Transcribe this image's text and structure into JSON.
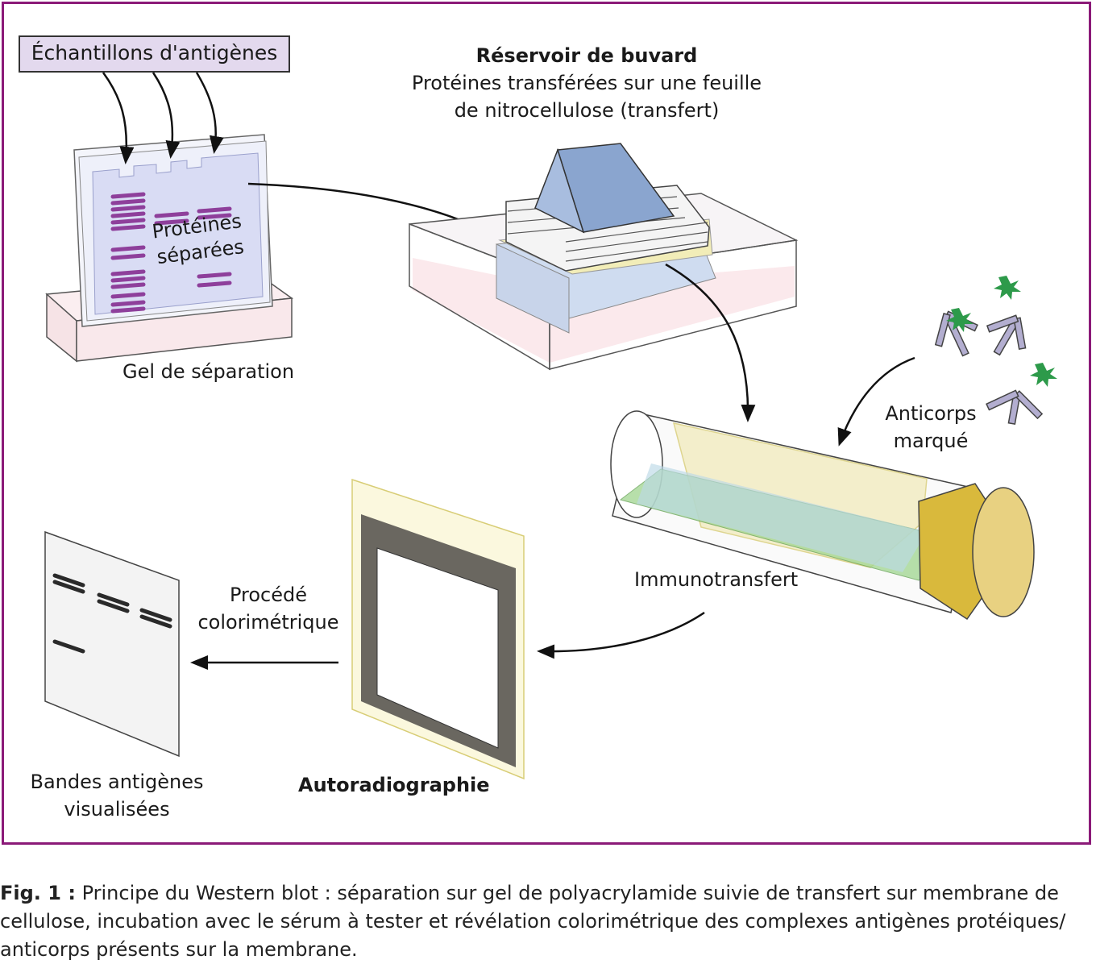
{
  "labels": {
    "samples": "Échantillons d'antigènes",
    "separated_proteins_line1": "Protéines",
    "separated_proteins_line2": "séparées",
    "separation_gel": "Gel de séparation",
    "reservoir_title": "Réservoir de buvard",
    "reservoir_line2": "Protéines transférées sur une feuille",
    "reservoir_line3": "de nitrocellulose (transfert)",
    "antibody_line1": "Anticorps",
    "antibody_line2": "marqué",
    "immunotransfer": "Immunotransfert",
    "colorimetric_line1": "Procédé",
    "colorimetric_line2": "colorimétrique",
    "bands_line1": "Bandes antigènes",
    "bands_line2": "visualisées",
    "autoradiography": "Autoradiographie"
  },
  "caption": {
    "label": "Fig. 1 :",
    "text": "Principe du Western blot : séparation sur gel de polyacrylamide suivie de transfert sur membrane de cellulose, incubation avec le sérum à tester et révélation colorimétrique des complexes antigènes protéiques/ anticorps présents sur la membrane."
  },
  "colors": {
    "frame": "#8b1a78",
    "gel": "#d9dcf4",
    "bands": "#8e3f9b",
    "blot_block": "#8aa5cf",
    "tube_yellow": "#f2ecc0",
    "membrane_green": "#9fd58e",
    "cap": "#d9b93c",
    "antibody": "#b3aed0",
    "label_green": "#2d9a4a",
    "film_border": "#6a6760"
  }
}
